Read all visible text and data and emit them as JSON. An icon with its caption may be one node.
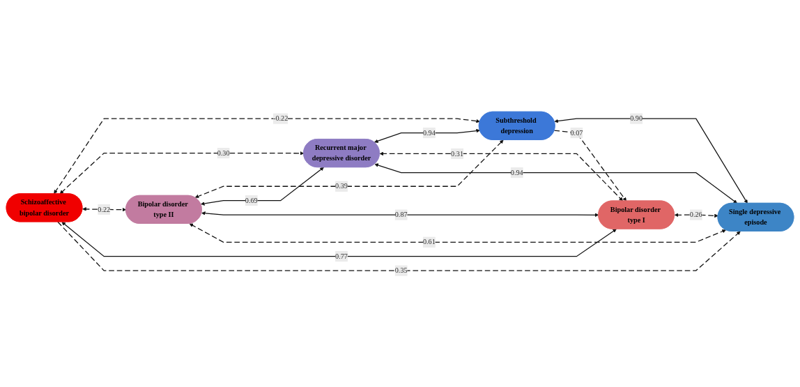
{
  "diagram": {
    "nodes": [
      {
        "text": [
          "Schizoaffective bipolar disorder"
        ]
      },
      {
        "text": [
          "Bipolar disorder type II"
        ]
      },
      {
        "text": [
          "Recurrent major depressive disorder"
        ]
      },
      {
        "text": [
          "Subthreshold depression"
        ]
      },
      {
        "text": [
          "Bipolar disorder type I"
        ]
      },
      {
        "text": [
          "Single depressive episode"
        ]
      }
    ],
    "edges": [
      {
        "from": 0,
        "to": 3,
        "arrow": "both",
        "label": "-0.22",
        "style": "dashed"
      },
      {
        "from": 0,
        "to": 2,
        "arrow": "both",
        "label": "0.30",
        "style": "dashed"
      },
      {
        "from": 1,
        "to": 3,
        "arrow": "both",
        "label": "0.39",
        "style": "dashed"
      },
      {
        "from": 0,
        "to": 1,
        "arrow": "both",
        "label": "0.22",
        "style": "dashed"
      },
      {
        "from": 1,
        "to": 2,
        "arrow": "both",
        "label": "0.69"
      },
      {
        "from": 2,
        "to": 3,
        "arrow": "both",
        "label": "0.94"
      },
      {
        "from": 0,
        "to": 4,
        "arrow": "both",
        "label": "0.77"
      },
      {
        "from": 1,
        "to": 4,
        "arrow": "both",
        "label": "0.87"
      },
      {
        "from": 1,
        "to": 5,
        "arrow": "both",
        "label": "0.61",
        "style": "dashed"
      },
      {
        "from": 2,
        "to": 4,
        "arrow": "both",
        "label": "0.31",
        "style": "dashed"
      },
      {
        "from": 2,
        "to": 5,
        "arrow": "both",
        "label": "0.94"
      },
      {
        "from": 3,
        "to": 5,
        "arrow": "both",
        "label": "0.90"
      },
      {
        "from": 4,
        "to": 5,
        "arrow": "both",
        "label": "0.26",
        "style": "dashed"
      },
      {
        "from": 0,
        "to": 5,
        "arrow": "to",
        "label": "0.35",
        "style": "dashed"
      },
      {
        "from": 3,
        "to": 4,
        "arrow": "to",
        "label": "0.07",
        "style": "dashed"
      }
    ]
  }
}
